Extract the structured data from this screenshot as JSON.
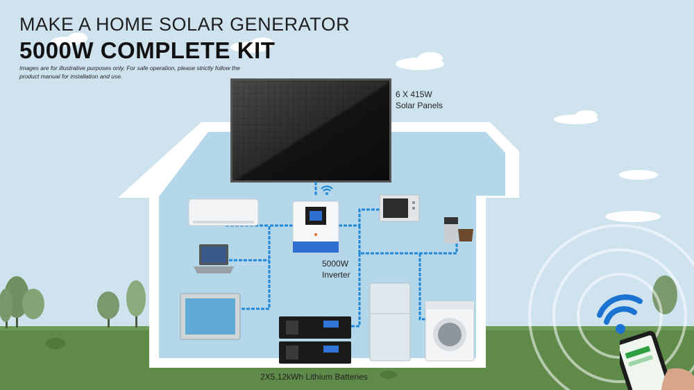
{
  "header": {
    "line1": "MAKE A HOME SOLAR GENERATOR",
    "line2": "5000W COMPLETE KIT",
    "disclaimer": "Images are for illustrative purposes only. For safe operation, please strictly follow the product manual for installation and use."
  },
  "labels": {
    "solar_panels_line1": "6 X 415W",
    "solar_panels_line2": "Solar Panels",
    "inverter_line1": "5000W",
    "inverter_line2": "Inverter",
    "batteries": "2X5.12kWh Lithium Batteries"
  },
  "colors": {
    "sky": "#cfe3ef",
    "house_interior": "#b5d7ea",
    "grass": "#5f8a4a",
    "wire": "#1e88d8",
    "inverter_accent": "#2f6fd0"
  },
  "icons": {
    "wifi_small": "wifi-icon",
    "wifi_large": "wifi-icon",
    "phone": "smartphone-icon"
  }
}
